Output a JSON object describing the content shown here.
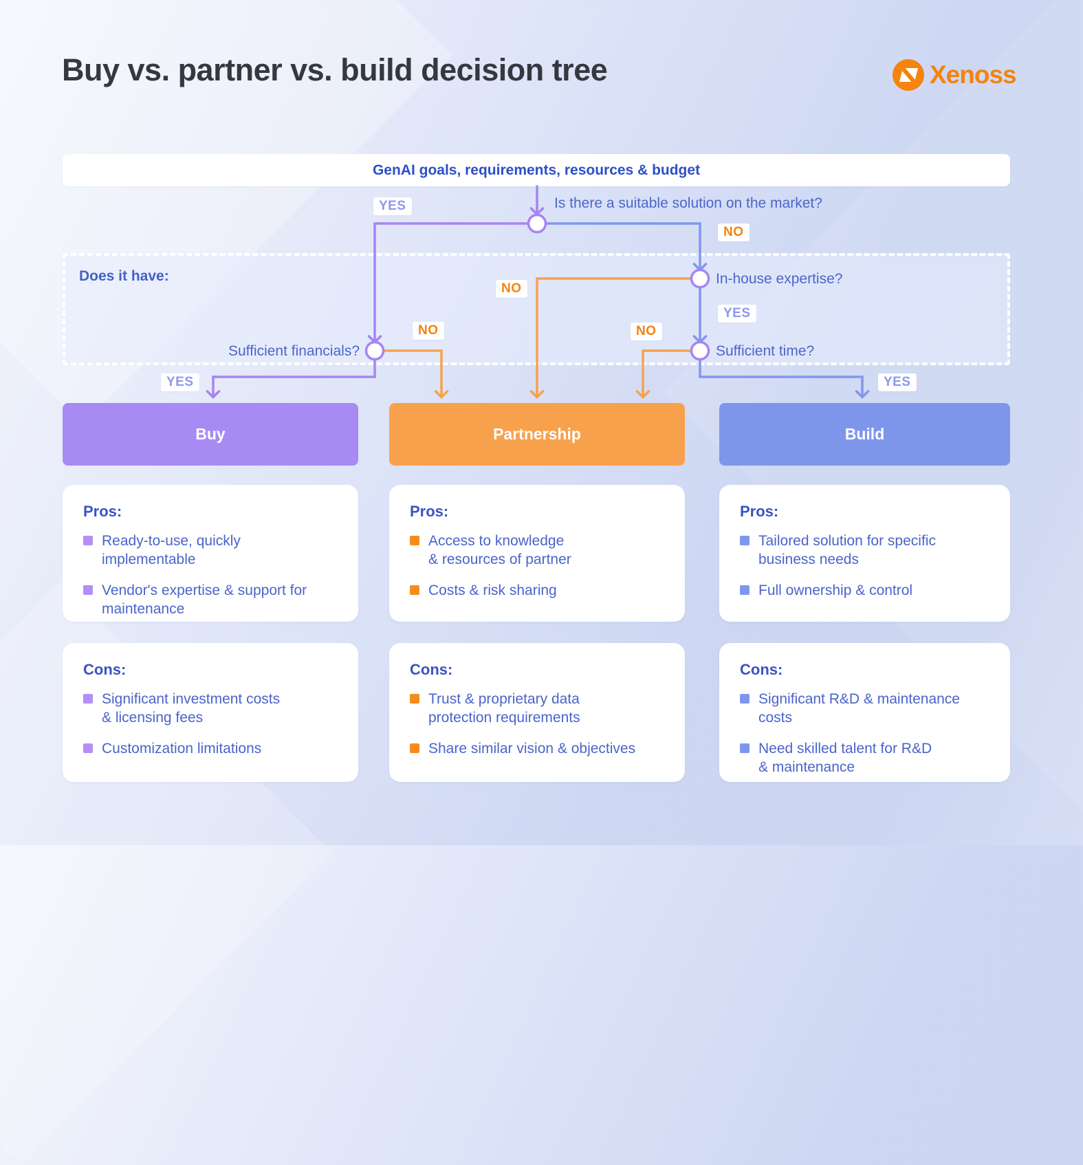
{
  "header": {
    "title": "Buy vs. partner vs. build decision tree",
    "logo_text": "Xenoss"
  },
  "banner": {
    "text": "GenAI goals, requirements, resources & budget"
  },
  "tree": {
    "yes": "YES",
    "no": "NO",
    "question_market": "Is there a suitable solution on the market?",
    "dashed_label": "Does it have:",
    "question_financials": "Sufficient financials?",
    "question_expertise": "In-house expertise?",
    "question_time": "Sufficient time?"
  },
  "outcomes": {
    "buy": {
      "label": "Buy",
      "color": "#a78bf3"
    },
    "partnership": {
      "label": "Partnership",
      "color": "#f8a14c"
    },
    "build": {
      "label": "Build",
      "color": "#7e96ea"
    }
  },
  "colors": {
    "purple_line": "#a585f1",
    "blue_line": "#8097ec",
    "orange_line": "#f7a14d",
    "yes_text": "#8c97ee",
    "no_text": "#f5830d",
    "logo_orange": "#f5830e"
  },
  "columns": [
    {
      "id": "buy",
      "pros_heading": "Pros:",
      "pros": [
        "Ready-to-use, quickly\nimplementable",
        "Vendor's expertise & support for\nmaintenance"
      ],
      "cons_heading": "Cons:",
      "cons": [
        "Significant investment costs\n& licensing fees",
        "Customization limitations"
      ]
    },
    {
      "id": "partnership",
      "pros_heading": "Pros:",
      "pros": [
        "Access to knowledge\n& resources of partner",
        "Costs & risk sharing"
      ],
      "cons_heading": "Cons:",
      "cons": [
        "Trust & proprietary data\nprotection requirements",
        "Share similar vision & objectives"
      ]
    },
    {
      "id": "build",
      "pros_heading": "Pros:",
      "pros": [
        "Tailored solution for specific\nbusiness needs",
        "Full ownership & control"
      ],
      "cons_heading": "Cons:",
      "cons": [
        "Significant R&D & maintenance\ncosts",
        "Need skilled talent for R&D\n& maintenance"
      ]
    }
  ]
}
